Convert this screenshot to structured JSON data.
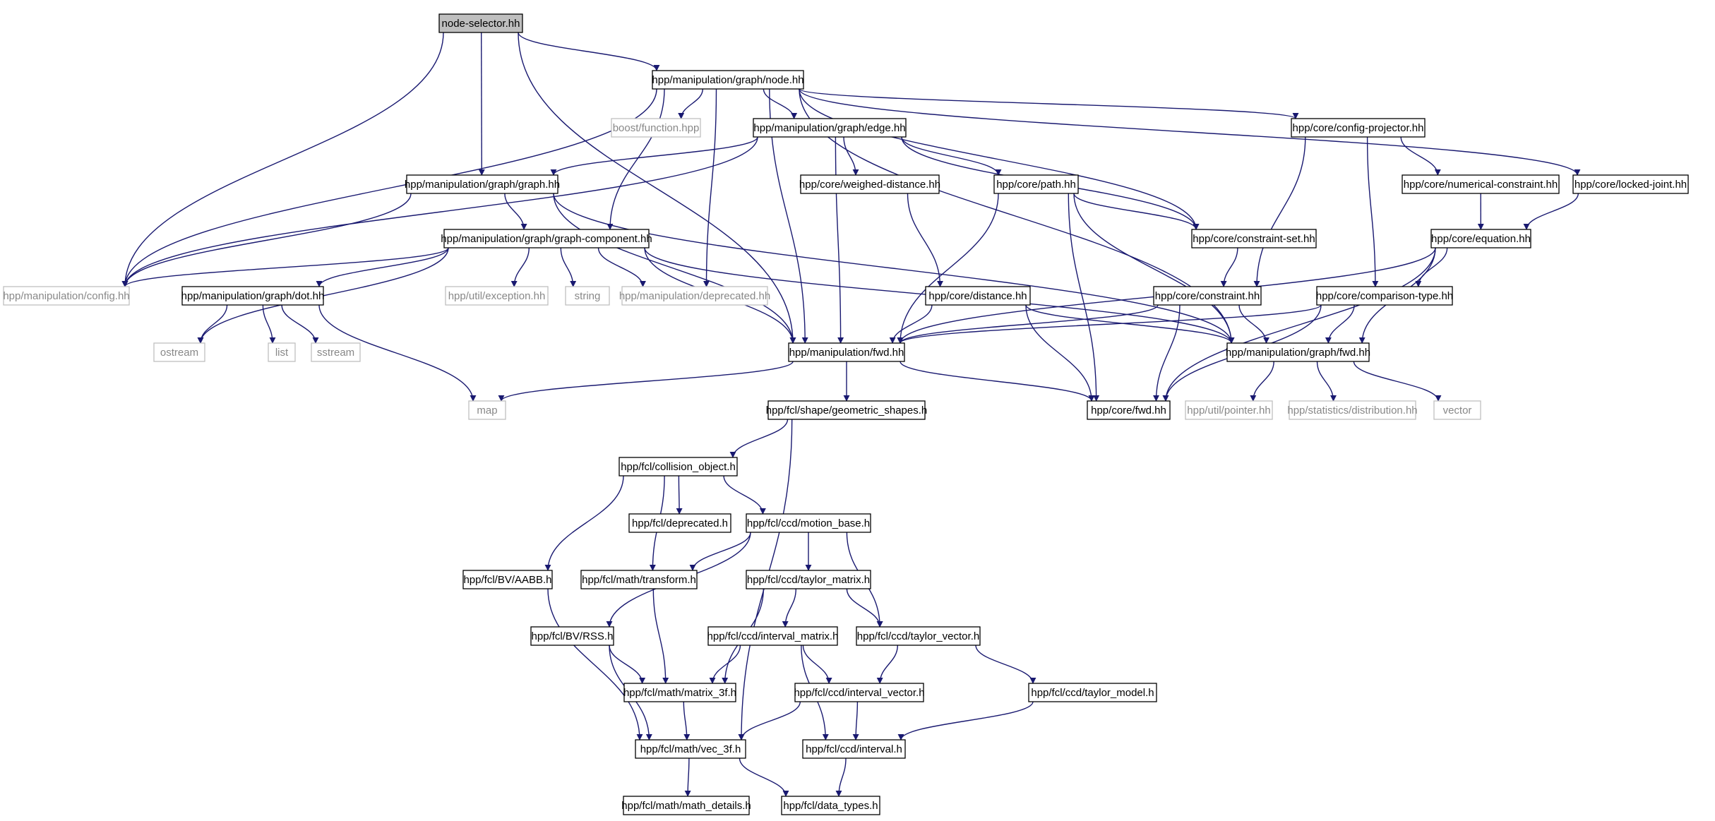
{
  "diagram": {
    "type": "include-dependency-graph",
    "colors": {
      "edge": "#191970",
      "root_fill": "#bfbfbf",
      "node_border": "#000000",
      "external_border": "#bfbfbf",
      "background": "#ffffff"
    },
    "nodes": [
      {
        "id": "n0",
        "label": "node-selector.hh",
        "kind": "root"
      },
      {
        "id": "n1",
        "label": "hpp/manipulation/graph/node.hh",
        "kind": "internal"
      },
      {
        "id": "n2",
        "label": "boost/function.hpp",
        "kind": "external"
      },
      {
        "id": "n3",
        "label": "hpp/manipulation/graph/edge.hh",
        "kind": "internal"
      },
      {
        "id": "n4",
        "label": "hpp/core/config-projector.hh",
        "kind": "internal"
      },
      {
        "id": "n5",
        "label": "hpp/manipulation/graph/graph.hh",
        "kind": "internal"
      },
      {
        "id": "n6",
        "label": "hpp/core/weighed-distance.hh",
        "kind": "internal"
      },
      {
        "id": "n7",
        "label": "hpp/core/path.hh",
        "kind": "internal"
      },
      {
        "id": "n8",
        "label": "hpp/core/numerical-constraint.hh",
        "kind": "internal"
      },
      {
        "id": "n9",
        "label": "hpp/core/locked-joint.hh",
        "kind": "internal"
      },
      {
        "id": "n10",
        "label": "hpp/manipulation/graph/graph-component.hh",
        "kind": "internal"
      },
      {
        "id": "n11",
        "label": "hpp/core/constraint-set.hh",
        "kind": "internal"
      },
      {
        "id": "n12",
        "label": "hpp/core/equation.hh",
        "kind": "internal"
      },
      {
        "id": "n13",
        "label": "hpp/manipulation/config.hh",
        "kind": "external"
      },
      {
        "id": "n14",
        "label": "hpp/manipulation/graph/dot.hh",
        "kind": "internal"
      },
      {
        "id": "n15",
        "label": "hpp/util/exception.hh",
        "kind": "external"
      },
      {
        "id": "n16",
        "label": "string",
        "kind": "external"
      },
      {
        "id": "n17",
        "label": "hpp/manipulation/deprecated.hh",
        "kind": "external"
      },
      {
        "id": "n18",
        "label": "hpp/core/distance.hh",
        "kind": "internal"
      },
      {
        "id": "n19",
        "label": "hpp/core/constraint.hh",
        "kind": "internal"
      },
      {
        "id": "n20",
        "label": "hpp/core/comparison-type.hh",
        "kind": "internal"
      },
      {
        "id": "n21",
        "label": "ostream",
        "kind": "external"
      },
      {
        "id": "n22",
        "label": "list",
        "kind": "external"
      },
      {
        "id": "n23",
        "label": "sstream",
        "kind": "external"
      },
      {
        "id": "n24",
        "label": "hpp/manipulation/fwd.hh",
        "kind": "internal"
      },
      {
        "id": "n25",
        "label": "hpp/manipulation/graph/fwd.hh",
        "kind": "internal"
      },
      {
        "id": "n26",
        "label": "map",
        "kind": "external"
      },
      {
        "id": "n27",
        "label": "hpp/fcl/shape/geometric_shapes.h",
        "kind": "internal"
      },
      {
        "id": "n28",
        "label": "hpp/core/fwd.hh",
        "kind": "internal"
      },
      {
        "id": "n29",
        "label": "hpp/util/pointer.hh",
        "kind": "external"
      },
      {
        "id": "n30",
        "label": "hpp/statistics/distribution.hh",
        "kind": "external"
      },
      {
        "id": "n31",
        "label": "vector",
        "kind": "external"
      },
      {
        "id": "n32",
        "label": "hpp/fcl/collision_object.h",
        "kind": "internal"
      },
      {
        "id": "n33",
        "label": "hpp/fcl/deprecated.h",
        "kind": "internal"
      },
      {
        "id": "n34",
        "label": "hpp/fcl/ccd/motion_base.h",
        "kind": "internal"
      },
      {
        "id": "n35",
        "label": "hpp/fcl/BV/AABB.h",
        "kind": "internal"
      },
      {
        "id": "n36",
        "label": "hpp/fcl/math/transform.h",
        "kind": "internal"
      },
      {
        "id": "n37",
        "label": "hpp/fcl/ccd/taylor_matrix.h",
        "kind": "internal"
      },
      {
        "id": "n38",
        "label": "hpp/fcl/BV/RSS.h",
        "kind": "internal"
      },
      {
        "id": "n39",
        "label": "hpp/fcl/ccd/interval_matrix.h",
        "kind": "internal"
      },
      {
        "id": "n40",
        "label": "hpp/fcl/ccd/taylor_vector.h",
        "kind": "internal"
      },
      {
        "id": "n41",
        "label": "hpp/fcl/math/matrix_3f.h",
        "kind": "internal"
      },
      {
        "id": "n42",
        "label": "hpp/fcl/ccd/interval_vector.h",
        "kind": "internal"
      },
      {
        "id": "n43",
        "label": "hpp/fcl/ccd/taylor_model.h",
        "kind": "internal"
      },
      {
        "id": "n44",
        "label": "hpp/fcl/math/vec_3f.h",
        "kind": "internal"
      },
      {
        "id": "n45",
        "label": "hpp/fcl/ccd/interval.h",
        "kind": "internal"
      },
      {
        "id": "n46",
        "label": "hpp/fcl/math/math_details.h",
        "kind": "internal"
      },
      {
        "id": "n47",
        "label": "hpp/fcl/data_types.h",
        "kind": "internal"
      }
    ],
    "edges": [
      [
        "n0",
        "n1"
      ],
      [
        "n0",
        "n13"
      ],
      [
        "n0",
        "n5"
      ],
      [
        "n0",
        "n24"
      ],
      [
        "n1",
        "n2"
      ],
      [
        "n1",
        "n3"
      ],
      [
        "n1",
        "n4"
      ],
      [
        "n1",
        "n9"
      ],
      [
        "n1",
        "n13"
      ],
      [
        "n1",
        "n24"
      ],
      [
        "n1",
        "n10"
      ],
      [
        "n1",
        "n17"
      ],
      [
        "n1",
        "n11"
      ],
      [
        "n1",
        "n25"
      ],
      [
        "n3",
        "n5"
      ],
      [
        "n3",
        "n6"
      ],
      [
        "n3",
        "n7"
      ],
      [
        "n3",
        "n11"
      ],
      [
        "n3",
        "n13"
      ],
      [
        "n3",
        "n24"
      ],
      [
        "n4",
        "n8"
      ],
      [
        "n4",
        "n19"
      ],
      [
        "n4",
        "n20"
      ],
      [
        "n5",
        "n10"
      ],
      [
        "n5",
        "n13"
      ],
      [
        "n5",
        "n24"
      ],
      [
        "n5",
        "n25"
      ],
      [
        "n6",
        "n18"
      ],
      [
        "n7",
        "n11"
      ],
      [
        "n7",
        "n28"
      ],
      [
        "n7",
        "n24"
      ],
      [
        "n7",
        "n25"
      ],
      [
        "n8",
        "n12"
      ],
      [
        "n9",
        "n12"
      ],
      [
        "n10",
        "n13"
      ],
      [
        "n10",
        "n14"
      ],
      [
        "n10",
        "n15"
      ],
      [
        "n10",
        "n16"
      ],
      [
        "n10",
        "n17"
      ],
      [
        "n10",
        "n24"
      ],
      [
        "n10",
        "n25"
      ],
      [
        "n10",
        "n21"
      ],
      [
        "n11",
        "n19"
      ],
      [
        "n12",
        "n20"
      ],
      [
        "n12",
        "n25"
      ],
      [
        "n12",
        "n24"
      ],
      [
        "n12",
        "n28"
      ],
      [
        "n14",
        "n21"
      ],
      [
        "n14",
        "n22"
      ],
      [
        "n14",
        "n23"
      ],
      [
        "n14",
        "n26"
      ],
      [
        "n18",
        "n24"
      ],
      [
        "n18",
        "n28"
      ],
      [
        "n18",
        "n25"
      ],
      [
        "n19",
        "n24"
      ],
      [
        "n19",
        "n28"
      ],
      [
        "n19",
        "n25"
      ],
      [
        "n20",
        "n24"
      ],
      [
        "n20",
        "n28"
      ],
      [
        "n20",
        "n25"
      ],
      [
        "n24",
        "n26"
      ],
      [
        "n24",
        "n27"
      ],
      [
        "n24",
        "n28"
      ],
      [
        "n25",
        "n29"
      ],
      [
        "n25",
        "n30"
      ],
      [
        "n25",
        "n31"
      ],
      [
        "n27",
        "n32"
      ],
      [
        "n27",
        "n44"
      ],
      [
        "n32",
        "n33"
      ],
      [
        "n32",
        "n34"
      ],
      [
        "n32",
        "n35"
      ],
      [
        "n32",
        "n36"
      ],
      [
        "n34",
        "n36"
      ],
      [
        "n34",
        "n37"
      ],
      [
        "n34",
        "n38"
      ],
      [
        "n34",
        "n40"
      ],
      [
        "n35",
        "n44"
      ],
      [
        "n36",
        "n41"
      ],
      [
        "n37",
        "n39"
      ],
      [
        "n37",
        "n40"
      ],
      [
        "n37",
        "n41"
      ],
      [
        "n38",
        "n41"
      ],
      [
        "n38",
        "n44"
      ],
      [
        "n39",
        "n41"
      ],
      [
        "n39",
        "n42"
      ],
      [
        "n39",
        "n45"
      ],
      [
        "n40",
        "n42"
      ],
      [
        "n40",
        "n43"
      ],
      [
        "n41",
        "n44"
      ],
      [
        "n42",
        "n44"
      ],
      [
        "n42",
        "n45"
      ],
      [
        "n43",
        "n45"
      ],
      [
        "n44",
        "n46"
      ],
      [
        "n44",
        "n47"
      ],
      [
        "n45",
        "n47"
      ]
    ]
  }
}
